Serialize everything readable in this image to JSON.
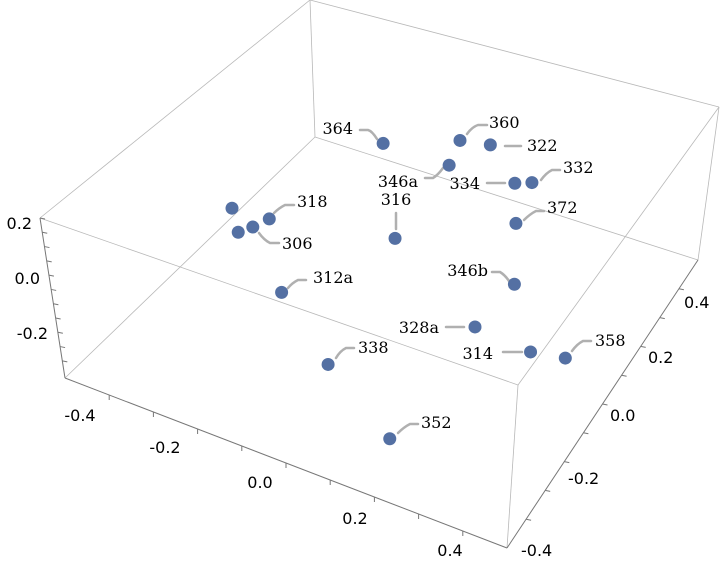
{
  "chart_data": {
    "type": "scatter",
    "dimensions": 3,
    "title": "",
    "xlabel": "",
    "ylabel": "",
    "zlabel": "",
    "xlim": [
      -0.5,
      0.5
    ],
    "ylim": [
      -0.5,
      0.5
    ],
    "zlim": [
      -0.36,
      0.2
    ],
    "x_ticks": [
      "-0.4",
      "-0.2",
      "0.0",
      "0.2",
      "0.4"
    ],
    "y_ticks": [
      "-0.4",
      "-0.2",
      "0.0",
      "0.2",
      "0.4"
    ],
    "z_ticks": [
      "0.2",
      "0.0",
      "-0.2"
    ],
    "point_color": "#5470a3",
    "points": [
      {
        "label": "364",
        "x": -0.055,
        "y": 0.22,
        "z": 0
      },
      {
        "label": "360",
        "x": 0.08,
        "y": 0.31,
        "z": 0
      },
      {
        "label": "322",
        "x": 0.14,
        "y": 0.33,
        "z": 0
      },
      {
        "label": "346a",
        "x": 0.09,
        "y": 0.23,
        "z": 0
      },
      {
        "label": "334",
        "x": 0.23,
        "y": 0.25,
        "z": 0
      },
      {
        "label": "332",
        "x": 0.26,
        "y": 0.27,
        "z": 0
      },
      {
        "label": "372",
        "x": 0.28,
        "y": 0.14,
        "z": 0
      },
      {
        "label": "318",
        "x": -0.17,
        "y": -0.11,
        "z": 0
      },
      {
        "label": "306",
        "x": -0.19,
        "y": -0.15,
        "z": 0
      },
      {
        "label": "",
        "x": -0.25,
        "y": -0.12,
        "z": 0
      },
      {
        "label": "",
        "x": -0.21,
        "y": -0.18,
        "z": 0
      },
      {
        "label": "316",
        "x": 0.08,
        "y": -0.03,
        "z": 0
      },
      {
        "label": "312a",
        "x": -0.06,
        "y": -0.3,
        "z": 0
      },
      {
        "label": "346b",
        "x": 0.35,
        "y": -0.03,
        "z": 0
      },
      {
        "label": "328a",
        "x": 0.33,
        "y": -0.19,
        "z": 0
      },
      {
        "label": "314",
        "x": 0.46,
        "y": -0.2,
        "z": 0
      },
      {
        "label": "358",
        "x": 0.53,
        "y": -0.18,
        "z": 0
      },
      {
        "label": "338",
        "x": 0.11,
        "y": -0.45,
        "z": 0
      },
      {
        "label": "352",
        "x": 0.31,
        "y": -0.59,
        "z": 0
      }
    ]
  }
}
